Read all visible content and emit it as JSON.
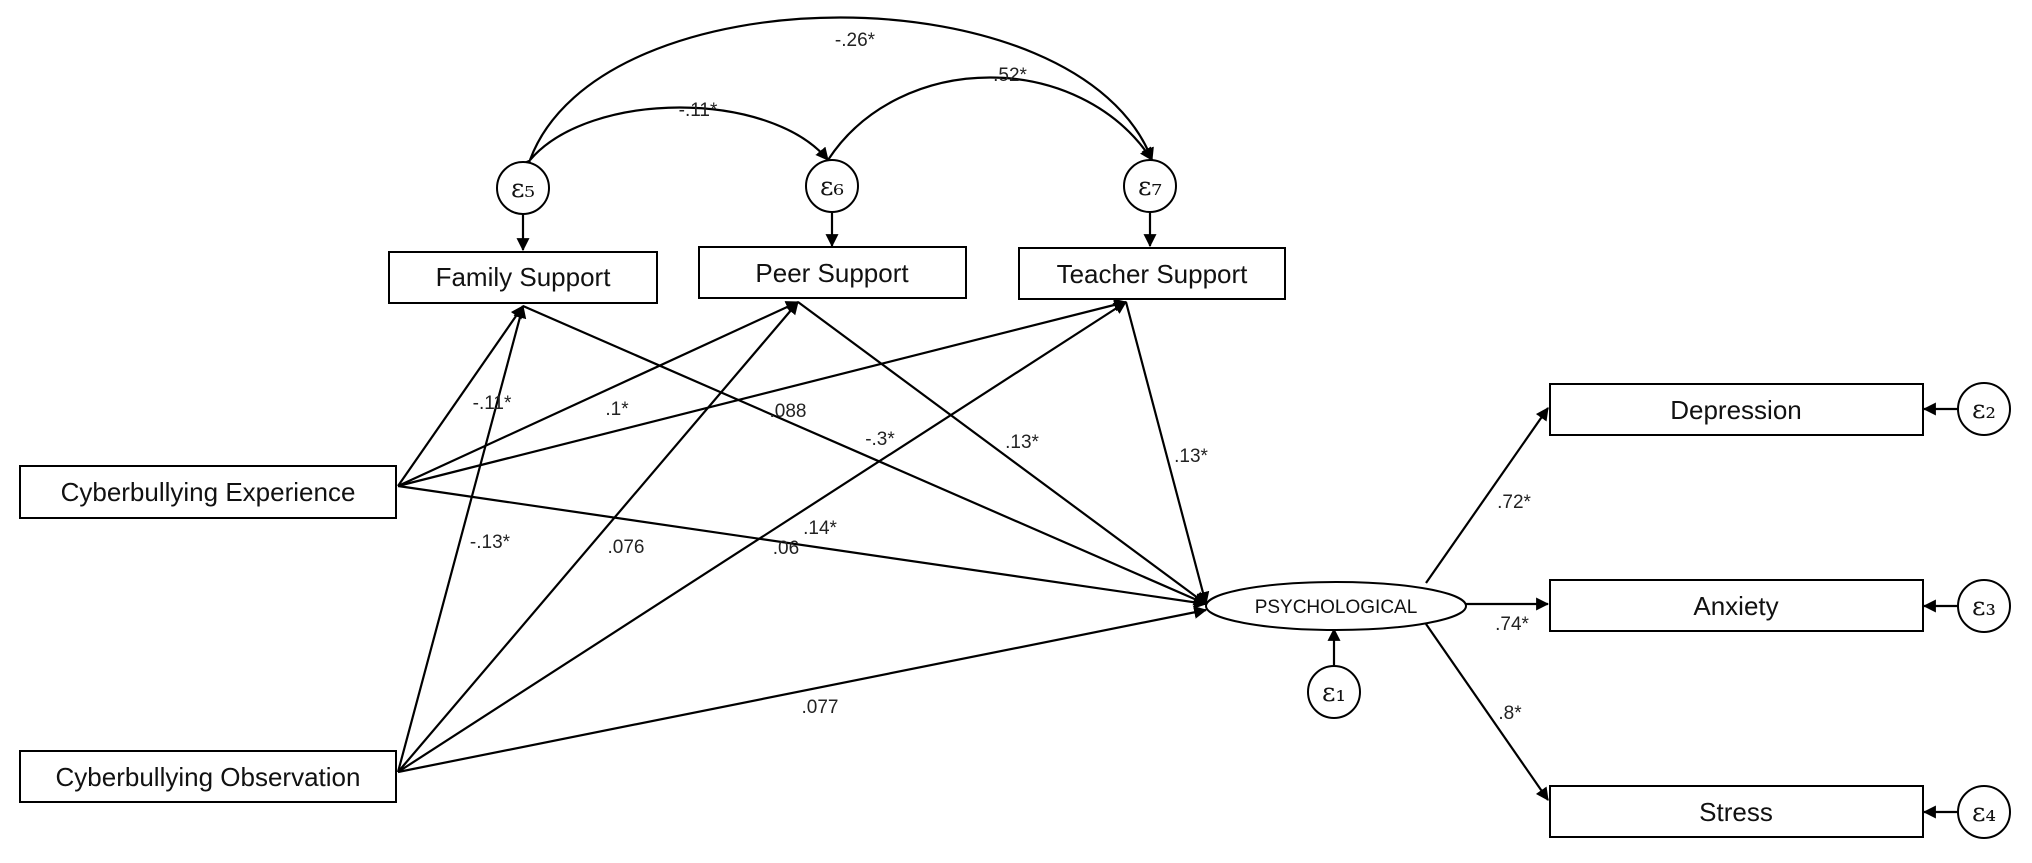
{
  "nodes": {
    "family_support": "Family Support",
    "peer_support": "Peer Support",
    "teacher_support": "Teacher Support",
    "cyber_experience": "Cyberbullying Experience",
    "cyber_observation": "Cyberbullying Observation",
    "psychological": "PSYCHOLOGICAL",
    "depression": "Depression",
    "anxiety": "Anxiety",
    "stress": "Stress"
  },
  "errors": {
    "e1": "ε₁",
    "e2": "ε₂",
    "e3": "ε₃",
    "e4": "ε₄",
    "e5": "ε₅",
    "e6": "ε₆",
    "e7": "ε₇"
  },
  "coefficients": {
    "cov_e5_e7": "-.26*",
    "cov_e6_e7": ".52*",
    "cov_e5_e6": "-.11*",
    "exp_family": "-.11*",
    "exp_peer": ".1*",
    "family_psych": ".088",
    "peer_psych_a": "-.3*",
    "peer_psych_b": ".13*",
    "teacher_psych": ".13*",
    "obs_family": "-.13*",
    "obs_peer": ".076",
    "exp_teacher": ".14*",
    "exp_psych": ".06",
    "obs_psych": ".077",
    "psych_depression": ".72*",
    "psych_anxiety": ".74*",
    "psych_stress": ".8*"
  }
}
